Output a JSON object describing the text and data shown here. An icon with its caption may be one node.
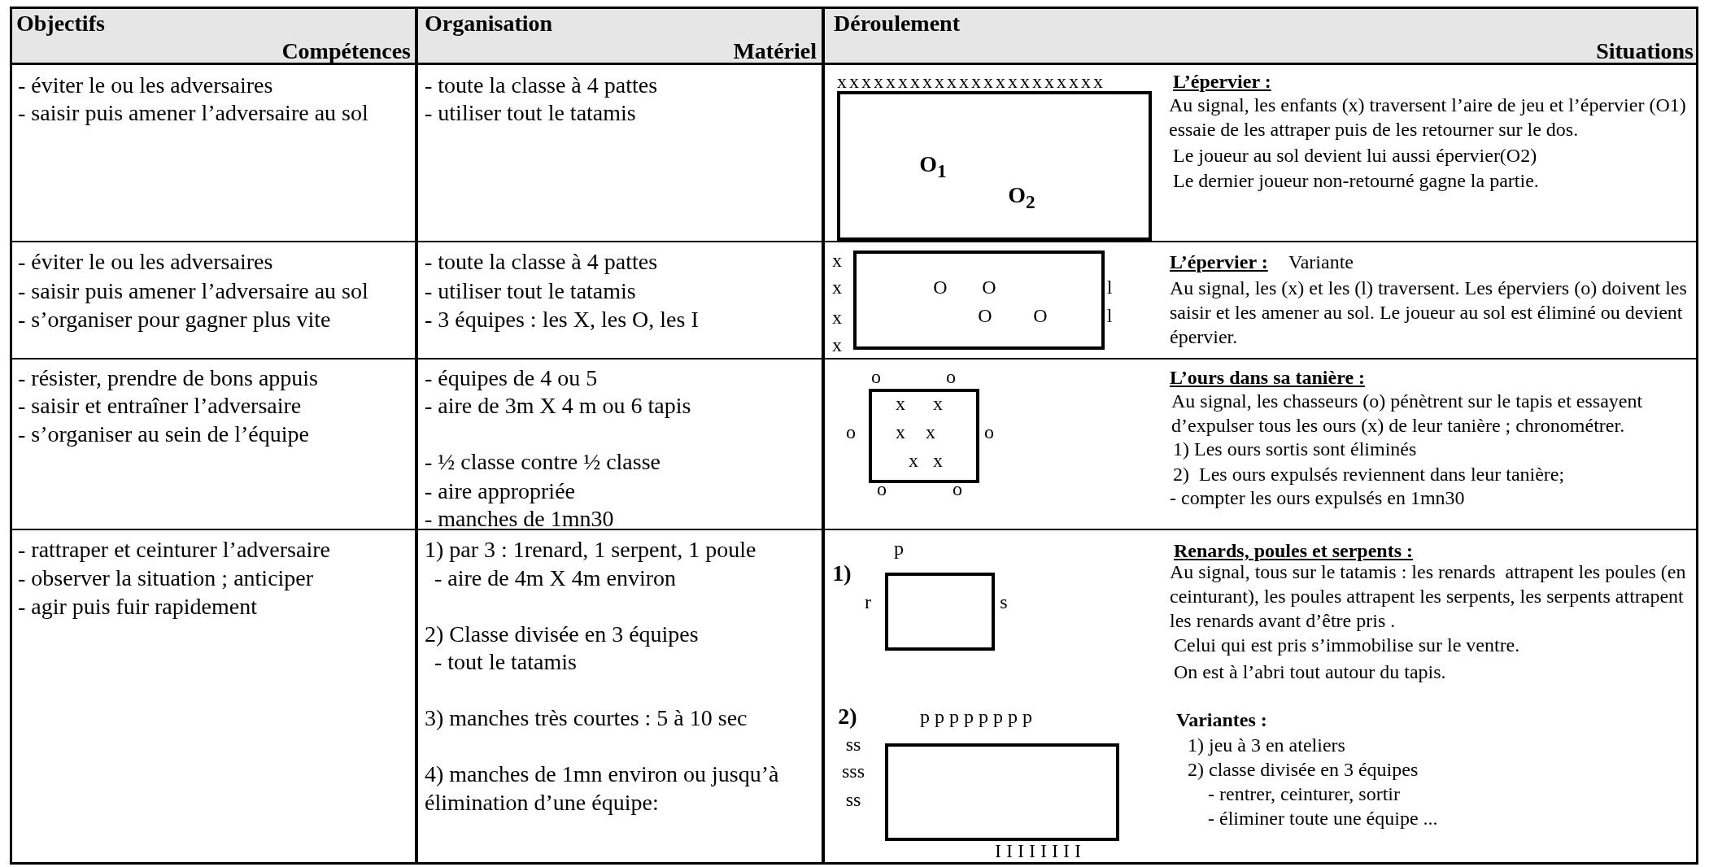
{
  "diagram": {
    "nodes": [
      {
        "text": [],
        "shape": "box"
      },
      {
        "text": [],
        "shape": "box"
      },
      {
        "text": [],
        "shape": "box"
      },
      {
        "text": [],
        "shape": "box"
      },
      {
        "text": [],
        "shape": "box"
      }
    ],
    "labels": [
      "Objectifs",
      "Compétences",
      "Organisation",
      "Matériel",
      "Déroulement",
      "Situations",
      "- éviter le ou les adversaires",
      "- saisir puis amener l’adversaire au sol",
      "- toute la classe à 4 pattes",
      "- utiliser tout le tatamis",
      "xxxxxxxxxxxxxxxxxxxxxx",
      "O$_{1}$",
      "O$_{2}$",
      "L’épervier :",
      "Au signal, les enfants (x) traversent l’aire de jeu et l’épervier (O1) essaie de les attraper puis de les retourner sur le dos.",
      "Le joueur au sol devient lui aussi épervier(O2)",
      "Le dernier joueur non-retourné gagne la partie.",
      "- éviter le ou les adversaires",
      "- saisir puis amener l’adversaire au sol",
      "- s’organiser pour gagner plus vite",
      "- toute la classe à 4 pattes",
      "- utiliser tout le tatamis",
      "- 3 équipes : les X, les O, les I",
      "x",
      "x",
      "O",
      "O",
      "l",
      "x",
      "O",
      "O",
      "l",
      "x",
      "L’épervier :",
      "Variante",
      "Au signal, les (x) et les (l) traversent. Les éperviers (o) doivent les saisir et les amener au sol. Le joueur au sol est éliminé ou devient épervier.",
      "- résister, prendre de bons appuis",
      "- saisir et entraîner l’adversaire",
      "- s’organiser au sein de l’équipe",
      "- équipes de 4 ou 5",
      "- aire de 3m X 4 m ou 6 tapis",
      "- ½ classe contre ½ classe",
      "- aire appropriée",
      "- manches de 1mn30",
      "o",
      "o",
      "x",
      "x",
      "o",
      "x",
      "x",
      "o",
      "x",
      "x",
      "o",
      "o",
      "L’ours dans sa tanière :",
      "Au signal, les chasseurs (o) pénètrent sur le tapis et essayent d’expulser tous les ours (x) de leur tanière ; chronométrer.",
      "1) Les ours sortis sont éliminés",
      "2)  Les ours expulsés reviennent dans leur tanière;",
      "- compter les ours expulsés en 1mn30",
      "- rattraper et ceinturer l’adversaire",
      "- observer la situation ; anticiper",
      "- agir puis fuir rapidement",
      "1) par 3 : 1renard, 1 serpent, 1 poule",
      "- aire de 4m X 4m environ",
      "2) Classe divisée en 3 équipes",
      "- tout le tatamis",
      "3) manches très courtes : 5 à 10 sec",
      "4) manches de 1mn environ ou jusqu’à élimination d’une équipe:",
      "p",
      "1)",
      "r",
      "s",
      "2)",
      "p p p p p p p p",
      "ss",
      "sss",
      "ss",
      "I I I I I I I I",
      "Renards, poules et serpents :",
      "Au signal, tous sur le tatamis : les renards  attrapent les poules (en ceinturant), les poules attrapent les serpents, les serpents attrapent les renards avant d’être pris .",
      "Celui qui est pris s’immobilise sur le ventre.",
      "On est à l’abri tout autour du tapis.",
      "Variantes :",
      "1) jeu à 3 en ateliers",
      "2) classe divisée en 3 équipes",
      "- rentrer, ceinturer, sortir",
      "- éliminer toute une équipe ..."
    ]
  }
}
